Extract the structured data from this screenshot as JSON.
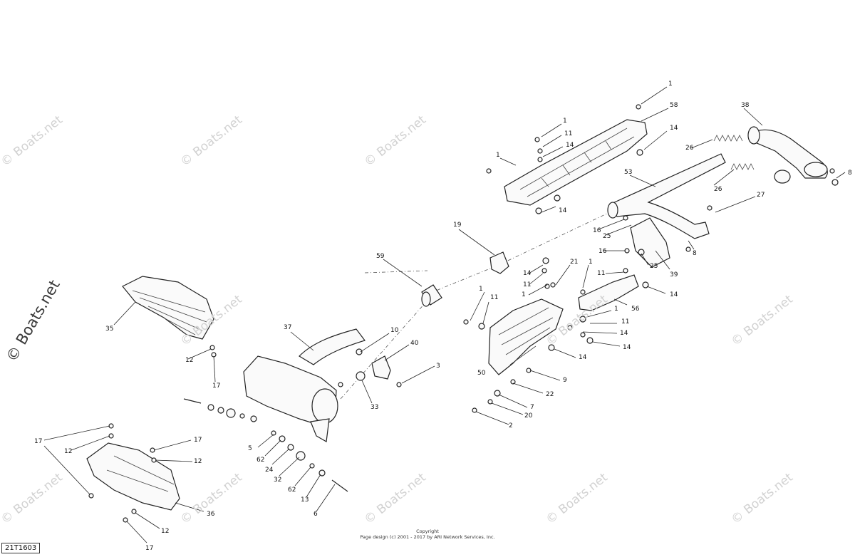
{
  "watermark": {
    "text": "© Boats.net",
    "big_text": "© Boats.net"
  },
  "copyright": {
    "line1": "Copyright",
    "line2": "Page design (c) 2001 - 2017 by ARI Network Services, Inc."
  },
  "diagram_code": "21T1603",
  "callouts": [
    {
      "id": "c1a",
      "label": "1"
    },
    {
      "id": "c58",
      "label": "58"
    },
    {
      "id": "c1b",
      "label": "1"
    },
    {
      "id": "c11a",
      "label": "11"
    },
    {
      "id": "c14a",
      "label": "14"
    },
    {
      "id": "c14b",
      "label": "14"
    },
    {
      "id": "c1c",
      "label": "1"
    },
    {
      "id": "c14c",
      "label": "14"
    },
    {
      "id": "c38",
      "label": "38"
    },
    {
      "id": "c26a",
      "label": "26"
    },
    {
      "id": "c26b",
      "label": "26"
    },
    {
      "id": "c8a",
      "label": "8"
    },
    {
      "id": "c53",
      "label": "53"
    },
    {
      "id": "c27",
      "label": "27"
    },
    {
      "id": "c16a",
      "label": "16"
    },
    {
      "id": "c25a",
      "label": "25"
    },
    {
      "id": "c16b",
      "label": "16"
    },
    {
      "id": "c25b",
      "label": "25"
    },
    {
      "id": "c39",
      "label": "39"
    },
    {
      "id": "c8b",
      "label": "8"
    },
    {
      "id": "c19",
      "label": "19"
    },
    {
      "id": "c59",
      "label": "59"
    },
    {
      "id": "c14d",
      "label": "14"
    },
    {
      "id": "c11b",
      "label": "11"
    },
    {
      "id": "c1d",
      "label": "1"
    },
    {
      "id": "c21",
      "label": "21"
    },
    {
      "id": "c1e",
      "label": "1"
    },
    {
      "id": "c11c",
      "label": "11"
    },
    {
      "id": "c14e",
      "label": "14"
    },
    {
      "id": "c56",
      "label": "56"
    },
    {
      "id": "c1f",
      "label": "1"
    },
    {
      "id": "c11d",
      "label": "11"
    },
    {
      "id": "c14f",
      "label": "14"
    },
    {
      "id": "c1g",
      "label": "1"
    },
    {
      "id": "c11e",
      "label": "11"
    },
    {
      "id": "c14g",
      "label": "14"
    },
    {
      "id": "c14h",
      "label": "14"
    },
    {
      "id": "c50",
      "label": "50"
    },
    {
      "id": "c9",
      "label": "9"
    },
    {
      "id": "c22",
      "label": "22"
    },
    {
      "id": "c7",
      "label": "7"
    },
    {
      "id": "c20",
      "label": "20"
    },
    {
      "id": "c2",
      "label": "2"
    },
    {
      "id": "c35",
      "label": "35"
    },
    {
      "id": "c12a",
      "label": "12"
    },
    {
      "id": "c17a",
      "label": "17"
    },
    {
      "id": "c37",
      "label": "37"
    },
    {
      "id": "c10",
      "label": "10"
    },
    {
      "id": "c40",
      "label": "40"
    },
    {
      "id": "c3",
      "label": "3"
    },
    {
      "id": "c33",
      "label": "33"
    },
    {
      "id": "c17b",
      "label": "17"
    },
    {
      "id": "c12b",
      "label": "12"
    },
    {
      "id": "c17c",
      "label": "17"
    },
    {
      "id": "c12c",
      "label": "12"
    },
    {
      "id": "c5",
      "label": "5"
    },
    {
      "id": "c62a",
      "label": "62"
    },
    {
      "id": "c24",
      "label": "24"
    },
    {
      "id": "c32",
      "label": "32"
    },
    {
      "id": "c62b",
      "label": "62"
    },
    {
      "id": "c13",
      "label": "13"
    },
    {
      "id": "c6",
      "label": "6"
    },
    {
      "id": "c36",
      "label": "36"
    },
    {
      "id": "c12d",
      "label": "12"
    },
    {
      "id": "c17d",
      "label": "17"
    }
  ]
}
